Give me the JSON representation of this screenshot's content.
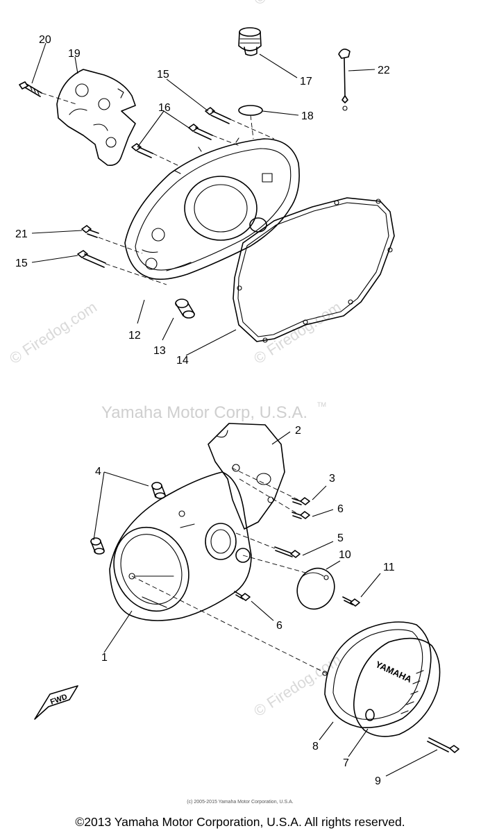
{
  "watermarks": {
    "firedog": "© Firedog.com",
    "center": "Yamaha Motor Corp, U.S.A.",
    "tm": "TM"
  },
  "upper_callouts": {
    "p20": "20",
    "p19": "19",
    "p15a": "15",
    "p16": "16",
    "p17": "17",
    "p22": "22",
    "p18": "18",
    "p21": "21",
    "p15b": "15",
    "p12": "12",
    "p13": "13",
    "p14": "14"
  },
  "lower_callouts": {
    "p2": "2",
    "p4": "4",
    "p3": "3",
    "p6a": "6",
    "p5": "5",
    "p10": "10",
    "p11": "11",
    "p6b": "6",
    "p1": "1",
    "p8": "8",
    "p7": "7",
    "p9": "9"
  },
  "cover_lettering": "YAMAHA",
  "fwd_arrow": "FWD",
  "small_copyright": "(c) 2005-2015 Yamaha Motor Corporation, U.S.A.",
  "footer": "©2013 Yamaha Motor Corporation, U.S.A. All rights reserved."
}
